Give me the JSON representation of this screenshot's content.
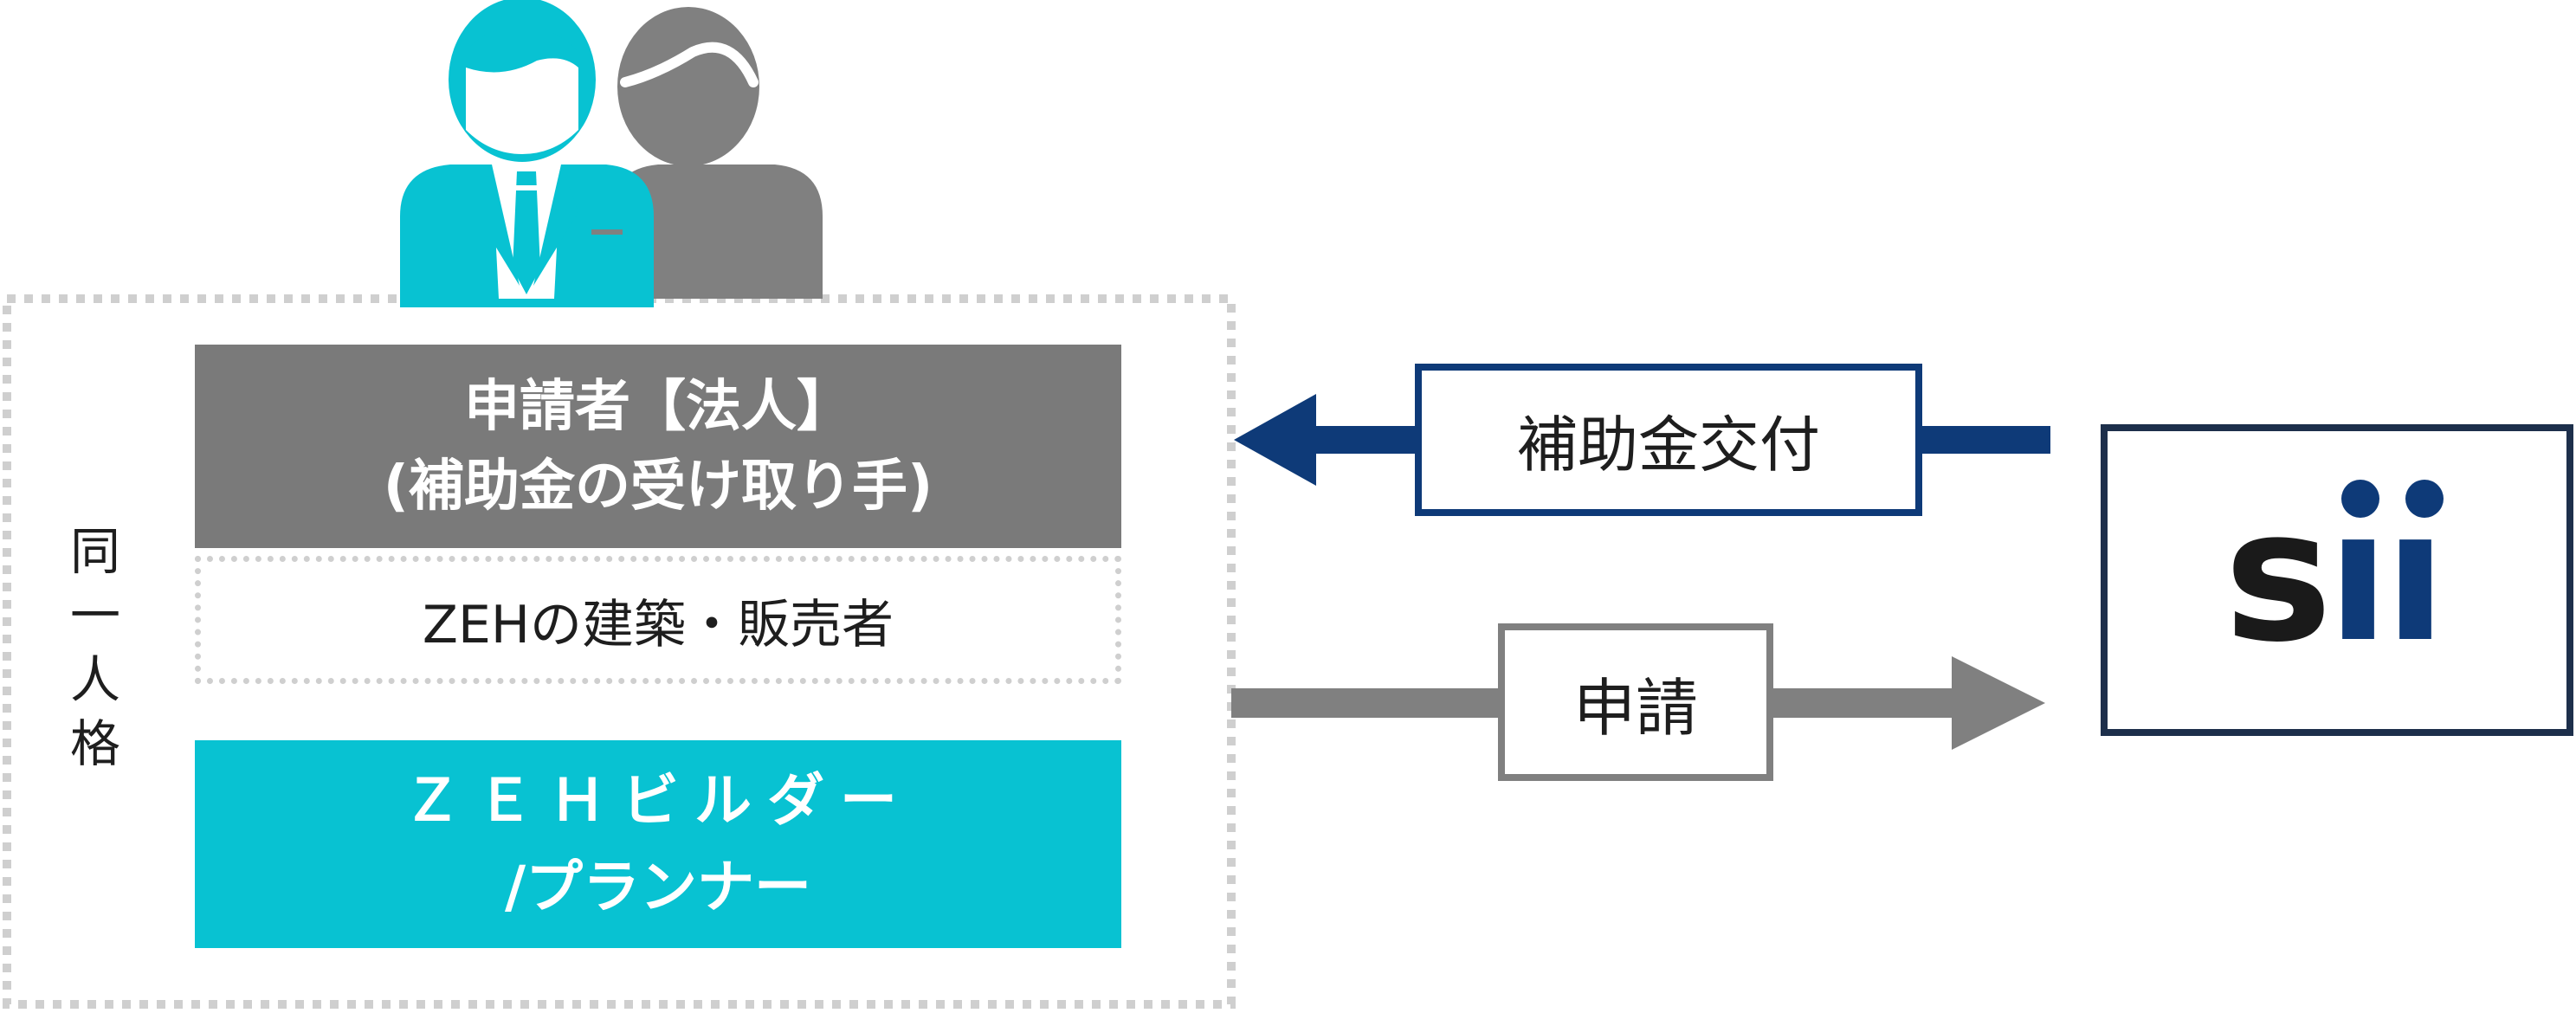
{
  "applicant": {
    "line1": "申請者【法人】",
    "line2": "(補助金の受け取り手)"
  },
  "seller": {
    "label": "ZEHの建築・販売者"
  },
  "builder": {
    "line1": "ＺＥＨビルダー",
    "line2": "/プランナー"
  },
  "same_entity": {
    "chars": [
      "同",
      "一",
      "人",
      "格"
    ]
  },
  "flows": {
    "subsidy_label": "補助金交付",
    "apply_label": "申請"
  },
  "organization": {
    "logo_text": "sii",
    "logo_colors": {
      "s": "#1a1a1a",
      "i": "#0e3a78"
    }
  },
  "colors": {
    "applicant_bg": "#7a7a7a",
    "builder_bg": "#08c2d2",
    "subsidy_arrow": "#0e3a78",
    "apply_arrow": "#808080",
    "person_front": "#08c2d2",
    "person_back": "#808080",
    "dotted_border": "#cfcfcf"
  }
}
